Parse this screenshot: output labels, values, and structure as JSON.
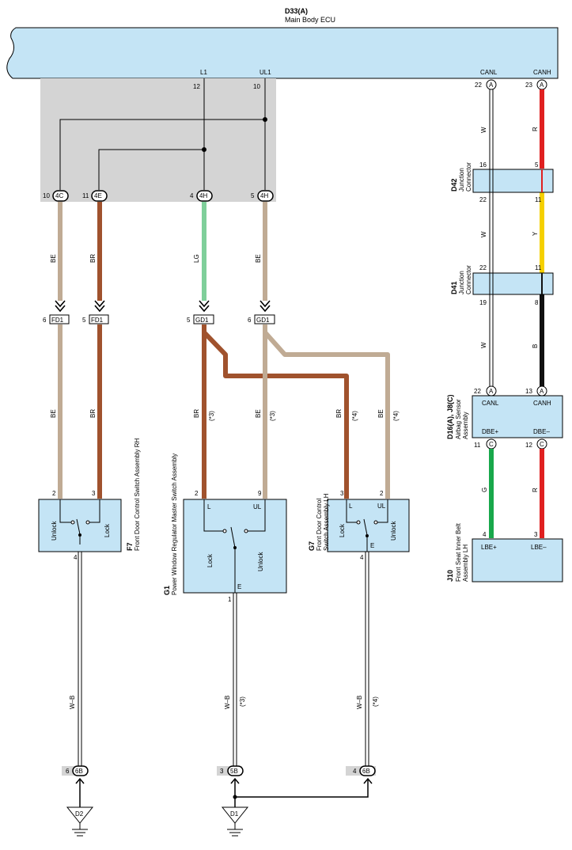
{
  "ecu": {
    "code": "D33(A)",
    "name": "Main Body ECU",
    "pins": [
      {
        "label": "L1",
        "num": "12"
      },
      {
        "label": "UL1",
        "num": "10"
      },
      {
        "label": "CANL",
        "num": "22",
        "conn": "A"
      },
      {
        "label": "CANH",
        "num": "23",
        "conn": "A"
      }
    ]
  },
  "connectors": {
    "top": [
      {
        "pin": "10",
        "conn": "4C"
      },
      {
        "pin": "11",
        "conn": "4E"
      },
      {
        "pin": "4",
        "conn": "4H"
      },
      {
        "pin": "5",
        "conn": "4H"
      }
    ],
    "mid": [
      {
        "pin": "6",
        "conn": "FD1"
      },
      {
        "pin": "5",
        "conn": "FD1"
      },
      {
        "pin": "5",
        "conn": "GD1"
      },
      {
        "pin": "6",
        "conn": "GD1"
      }
    ],
    "ground": [
      {
        "pin": "6",
        "conn": "6B",
        "gnd": "D2"
      },
      {
        "pin": "3",
        "conn": "5B",
        "gnd": "D1"
      },
      {
        "pin": "4",
        "conn": "6B"
      }
    ]
  },
  "wires": {
    "be": "BE",
    "br": "BR",
    "lg": "LG",
    "wb": "W–B",
    "w": "W",
    "r": "R",
    "y": "Y",
    "b": "B",
    "g": "G",
    "note3": "(*3)",
    "note4": "(*4)"
  },
  "f7": {
    "code": "F7",
    "name": "Front Door Control Switch Assembly RH",
    "pin_a": "2",
    "pin_b": "3",
    "pin_c": "4",
    "unlock": "Unlock",
    "lock": "Lock"
  },
  "g1": {
    "code": "G1",
    "name": "Power Window Regulator Master Switch Assembly",
    "pin_a": "2",
    "pin_b": "9",
    "pin_c": "1",
    "l": "L",
    "ul": "UL",
    "e": "E",
    "lock": "Lock",
    "unlock": "Unlock"
  },
  "g7": {
    "code": "G7",
    "name1": "Front Door Control",
    "name2": "Switch Assembly LH",
    "pin_a": "3",
    "pin_b": "2",
    "pin_c": "4",
    "l": "L",
    "ul": "UL",
    "e": "E",
    "lock": "Lock",
    "unlock": "Unlock"
  },
  "d42": {
    "code": "D42",
    "name1": "Junction",
    "name2": "Connector",
    "p1": "16",
    "p2": "5",
    "p3": "22",
    "p4": "11"
  },
  "d41": {
    "code": "D41",
    "name1": "Junction",
    "name2": "Connector",
    "p1": "22",
    "p2": "11",
    "p3": "19",
    "p4": "8"
  },
  "d16": {
    "code": "D16(A), J8(C)",
    "name1": "Airbag Sensor",
    "name2": "Assembly",
    "p1": "22",
    "c1": "A",
    "p2": "13",
    "c2": "A",
    "canl": "CANL",
    "canh": "CANH",
    "dbep": "DBE+",
    "dbem": "DBE–",
    "p3": "11",
    "c3": "C",
    "p4": "12",
    "c4": "C"
  },
  "j10": {
    "code": "J10",
    "name1": "Front Seat Inner Belt",
    "name2": "Assembly LH",
    "p1": "4",
    "p2": "3",
    "lbep": "LBE+",
    "lbem": "LBE–"
  },
  "colors": {
    "ecu_fill": "#c4e4f5",
    "shade": "#d4d4d4",
    "be": "#c0ab94",
    "br": "#a0522d",
    "lg": "#7fcf9a",
    "red": "#e02020",
    "yellow": "#f5d000",
    "black": "#111111",
    "green": "#18a84b"
  }
}
